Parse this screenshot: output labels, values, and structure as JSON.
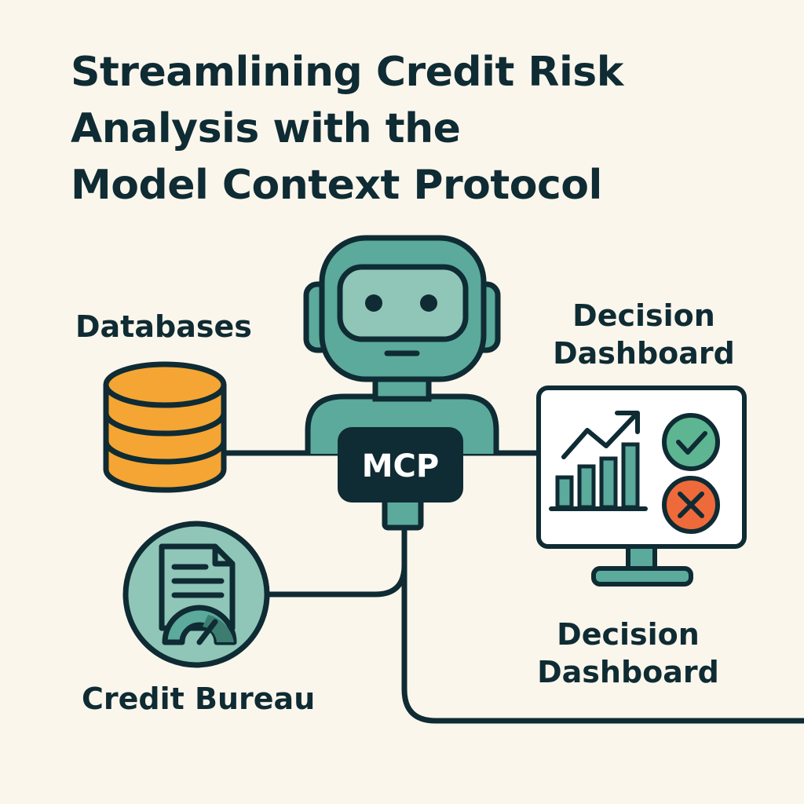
{
  "title": {
    "line1": "Streamlining Credit Risk",
    "line2": "Analysis with the",
    "line3": "Model Context Protocol"
  },
  "nodes": {
    "databases": {
      "label": "Databases",
      "icon": "database-icon"
    },
    "agent": {
      "badge": "MCP",
      "icon": "robot-icon"
    },
    "dashboard_top": {
      "line1": "Decision",
      "line2": "Dashboard",
      "icon": "monitor-chart-icon"
    },
    "credit_bureau": {
      "label": "Credit Bureau",
      "icon": "credit-report-icon"
    },
    "dashboard_bottom": {
      "line1": "Decision",
      "line2": "Dashboard"
    }
  },
  "colors": {
    "background": "#FAF6EC",
    "ink": "#0F2B33",
    "teal": "#5BAA9C",
    "teal_light": "#8FC6B8",
    "orange": "#F5A533",
    "approve": "#5DB592",
    "reject": "#EF6A3A"
  }
}
